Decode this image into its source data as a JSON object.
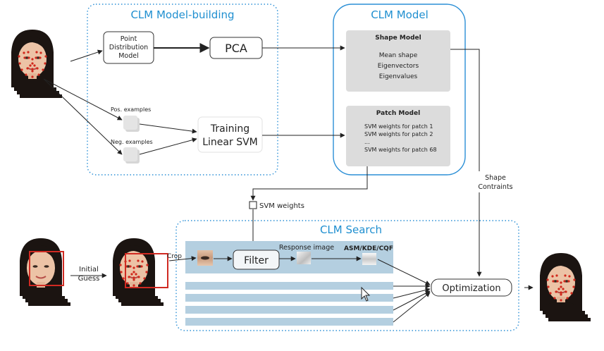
{
  "regions": {
    "model_building": {
      "title": "CLM Model-building"
    },
    "clm_model": {
      "title": "CLM Model"
    },
    "clm_search": {
      "title": "CLM Search"
    }
  },
  "nodes": {
    "point_distribution_model": {
      "lines": [
        "Point",
        "Distribution",
        "Model"
      ]
    },
    "pca": {
      "label": "PCA"
    },
    "training_svm": {
      "lines": [
        "Training",
        "Linear SVM"
      ]
    },
    "filter": {
      "label": "Filter"
    },
    "optimization": {
      "label": "Optimization"
    }
  },
  "shape_model": {
    "title": "Shape Model",
    "items": [
      "Mean shape",
      "Eigenvectors",
      "Eigenvalues"
    ]
  },
  "patch_model": {
    "title": "Patch Model",
    "items": [
      "SVM weights for patch 1",
      "SVM weights for patch 2",
      "...",
      "SVM weights for patch 68"
    ]
  },
  "labels": {
    "pos_examples": "Pos. examples",
    "neg_examples": "Neg. examples",
    "svm_weights": "SVM weights",
    "shape_constraints": [
      "Shape",
      "Contraints"
    ],
    "initial_guess": [
      "Initial",
      "Guess"
    ],
    "crop": "Crop",
    "response_image": "Response image",
    "asm_kde_cqf": "ASM/KDE/CQF"
  },
  "colors": {
    "region_border": "#2b8fd6",
    "title_blue": "#1f8fd0",
    "model_panel": "#dcdcdc",
    "search_band": "#b4cfe0",
    "landmark": "#d0281c",
    "face_box": "#d02a22"
  },
  "icons": {
    "face_photo": "portrait-photo",
    "cursor": "mouse-pointer-icon"
  }
}
